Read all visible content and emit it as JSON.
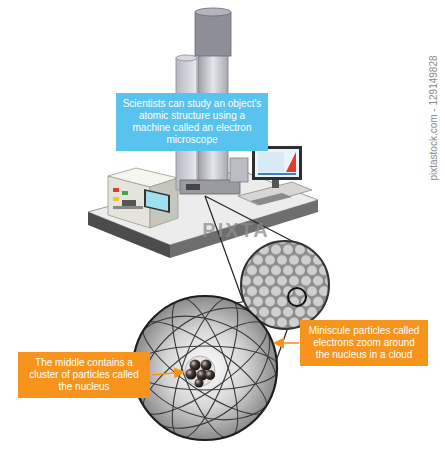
{
  "diagram": {
    "nodes": [
      {
        "text": [
          "Scientists can study an object's atomic structure using a machine called an electron microscope"
        ]
      },
      {
        "text": [
          "Miniscule particles called electrons zoom around the nucleus in a cloud"
        ]
      },
      {
        "text": [
          "The middle contains a cluster of particles called the nucleus"
        ]
      }
    ],
    "labels": [
      "pixtastock.com - 129149828",
      "PIXTA"
    ]
  }
}
